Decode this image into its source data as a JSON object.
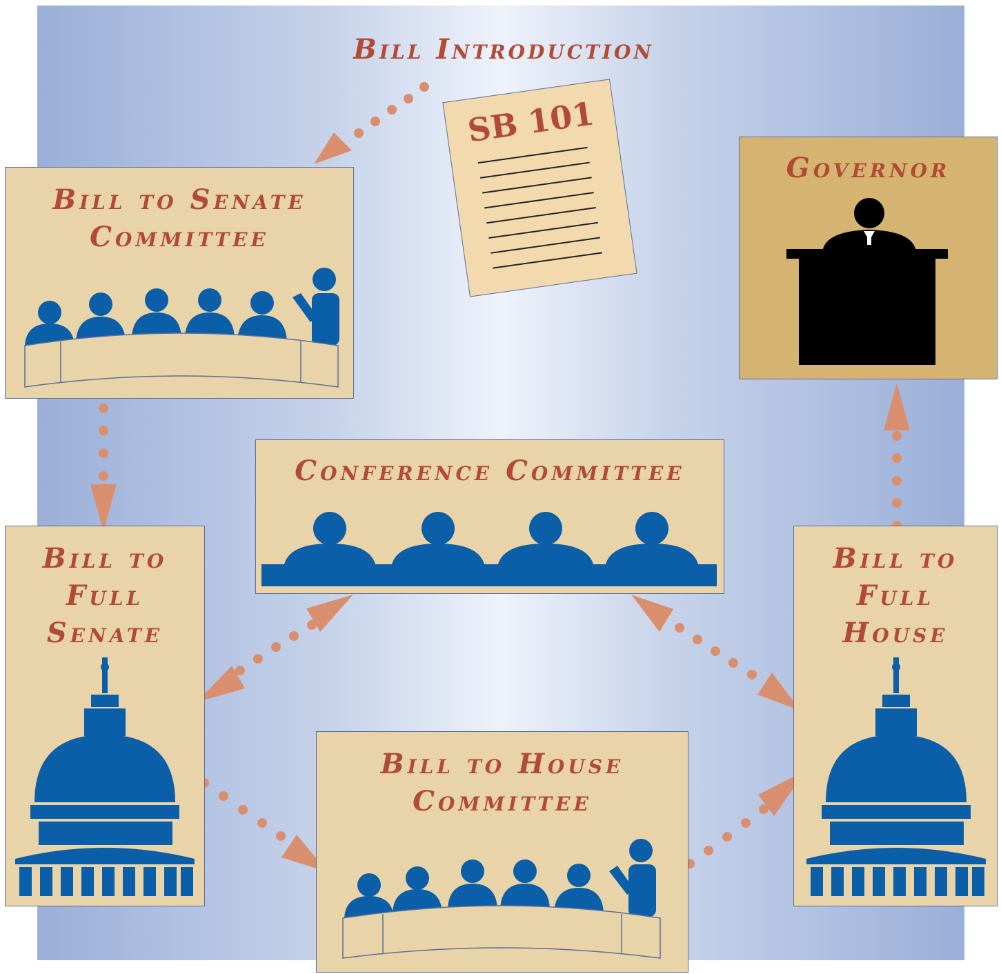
{
  "title": "Bill Introduction",
  "document": {
    "bill_number": "SB 101"
  },
  "stages": {
    "senate_committee": "Bill to Senate\nCommittee",
    "full_senate": "Bill to\nFull\nSenate",
    "conference": "Conference Committee",
    "house_committee": "Bill to House\nCommittee",
    "full_house": "Bill to\nFull\nHouse",
    "governor": "Governor"
  },
  "colors": {
    "title_text": "#b24a35",
    "box_fill": "#e9d3a8",
    "governor_fill": "#d5b370",
    "icon_blue": "#0a5fa8",
    "arrow": "#d98f6e",
    "background_edge": "#9aafd8",
    "background_center": "#eef2fb"
  },
  "icons": {
    "committee": "committee-table-icon",
    "capitol": "capitol-dome-icon",
    "governor": "podium-speaker-icon",
    "document": "bill-document-icon"
  }
}
